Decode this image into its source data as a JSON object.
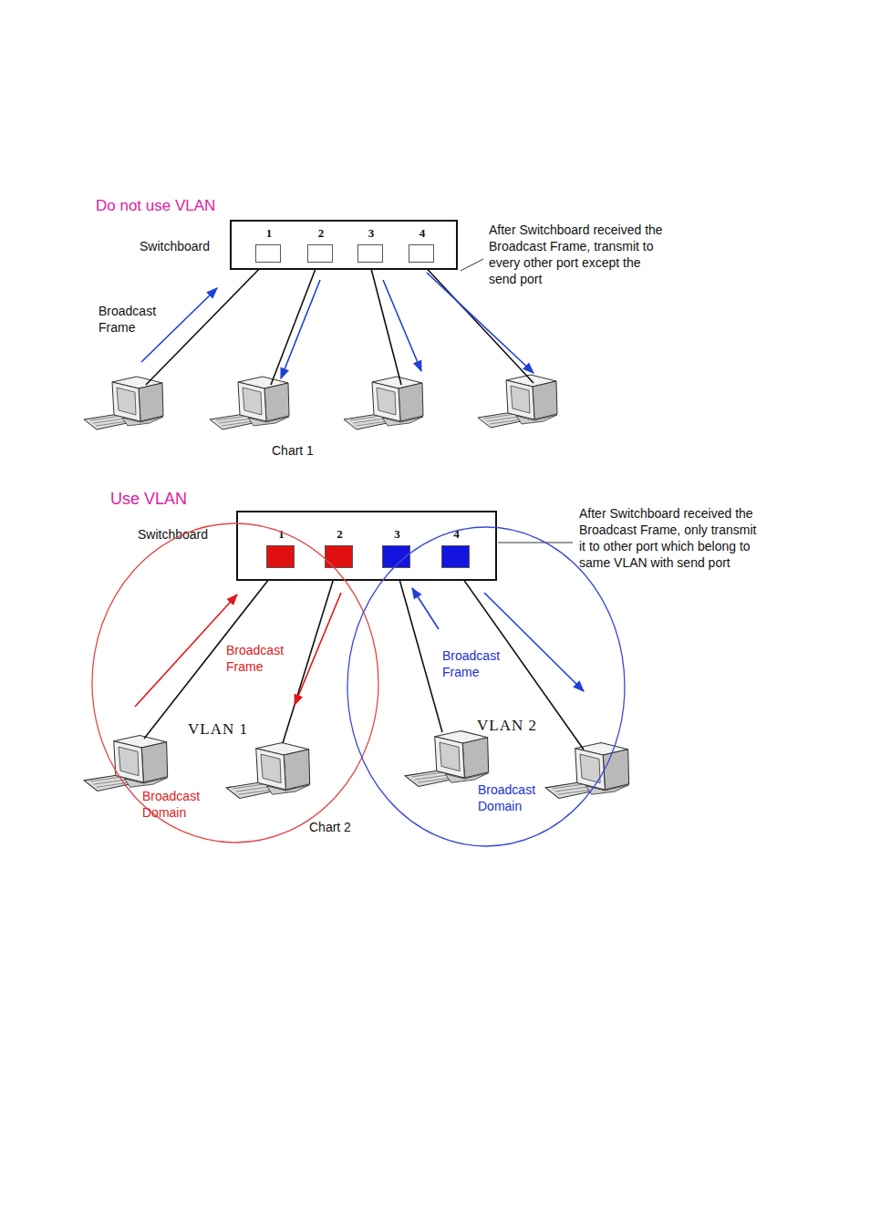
{
  "diagram": {
    "nodes": [
      {
        "text": [
          "Switchboard"
        ]
      },
      {
        "text": [
          "1"
        ],
        "in": 0
      },
      {
        "text": [
          "2"
        ],
        "in": 0
      },
      {
        "text": [
          "3"
        ],
        "in": 0
      },
      {
        "text": [
          "4"
        ],
        "in": 0
      },
      {
        "text": [
          "Switchboard"
        ]
      },
      {
        "text": [
          "1"
        ],
        "in": 5
      },
      {
        "text": [
          "2"
        ],
        "in": 5
      },
      {
        "text": [
          "3"
        ],
        "in": 5
      },
      {
        "text": [
          "4"
        ],
        "in": 5
      },
      {
        "text": [
          "VLAN 1",
          "Broadcast Domain"
        ]
      },
      {
        "text": [
          "VLAN 2",
          "Broadcast Domain"
        ]
      }
    ],
    "labels": [
      "Do not use VLAN",
      "After Switchboard received the Broadcast Frame, transmit to every other port except the send port",
      "Broadcast Frame",
      "Chart 1",
      "Use VLAN",
      "After Switchboard received the Broadcast Frame, only transmit it to other port which belong to same VLAN with send port",
      "Broadcast Frame",
      "Broadcast Frame",
      "Chart 2"
    ]
  }
}
